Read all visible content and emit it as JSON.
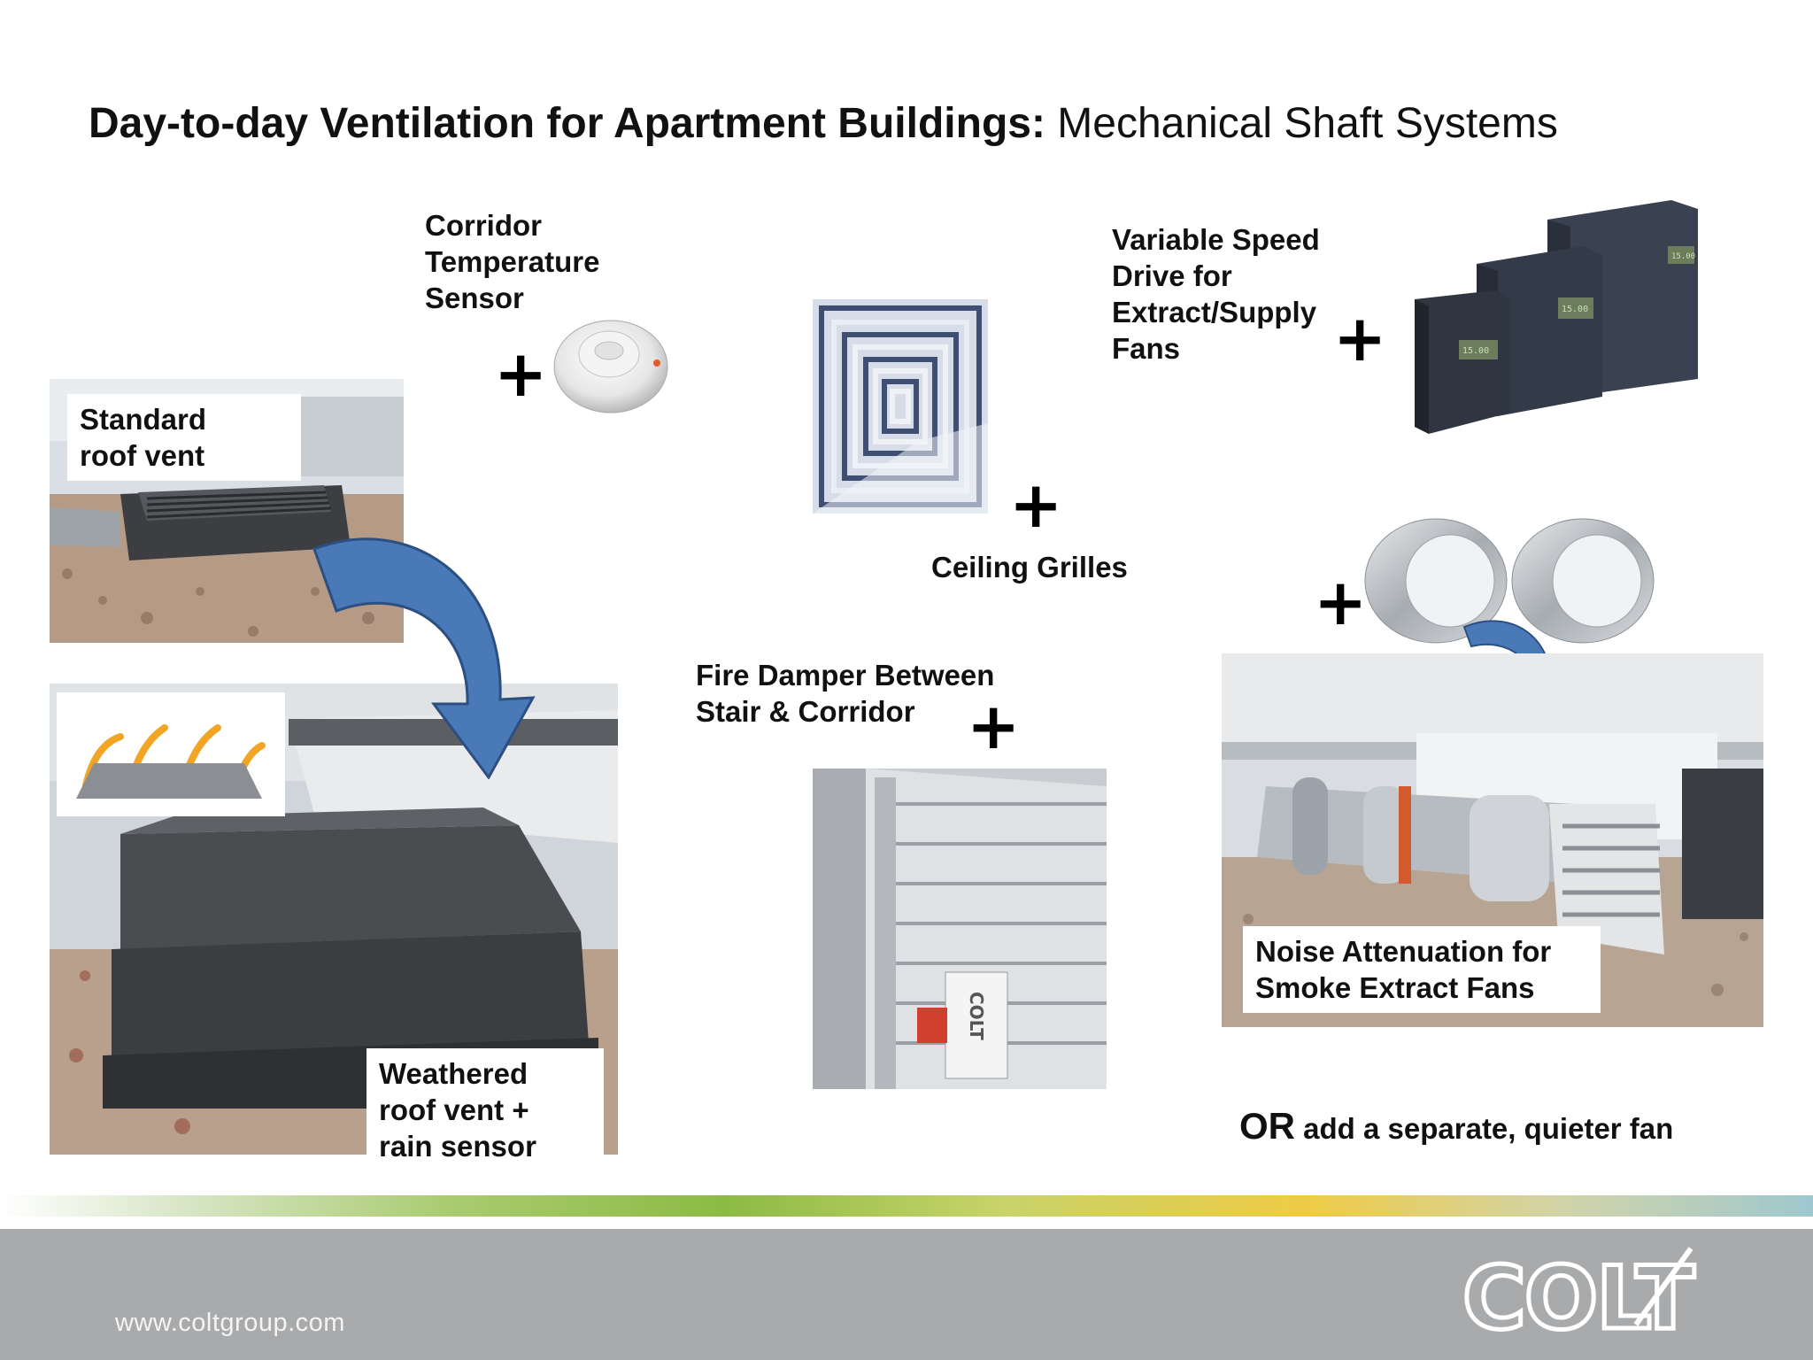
{
  "slide": {
    "title_bold": "Day-to-day Ventilation for Apartment Buildings:",
    "title_regular": " Mechanical Shaft Systems"
  },
  "labels": {
    "corridor_sensor": "Corridor\nTemperature\nSensor",
    "standard_vent": "Standard\nroof vent",
    "weathered_vent": "Weathered\nroof vent +\nrain sensor",
    "ceiling_grilles": "Ceiling Grilles",
    "variable_speed": "Variable Speed\nDrive for\nExtract/Supply\nFans",
    "fire_damper": "Fire Damper Between\nStair & Corridor",
    "noise_attenuation": "Noise Attenuation for\nSmoke Extract Fans",
    "or_word": "OR",
    "or_rest": " add a separate, quieter fan",
    "plus_sign": "+"
  },
  "drive_display": "15.00",
  "damper_brand": "COLT",
  "footer": {
    "url": "www.coltgroup.com",
    "logo": "COLT"
  },
  "colors": {
    "arrow_blue": "#4a79b7",
    "footer_gray": "#a8aaac"
  }
}
